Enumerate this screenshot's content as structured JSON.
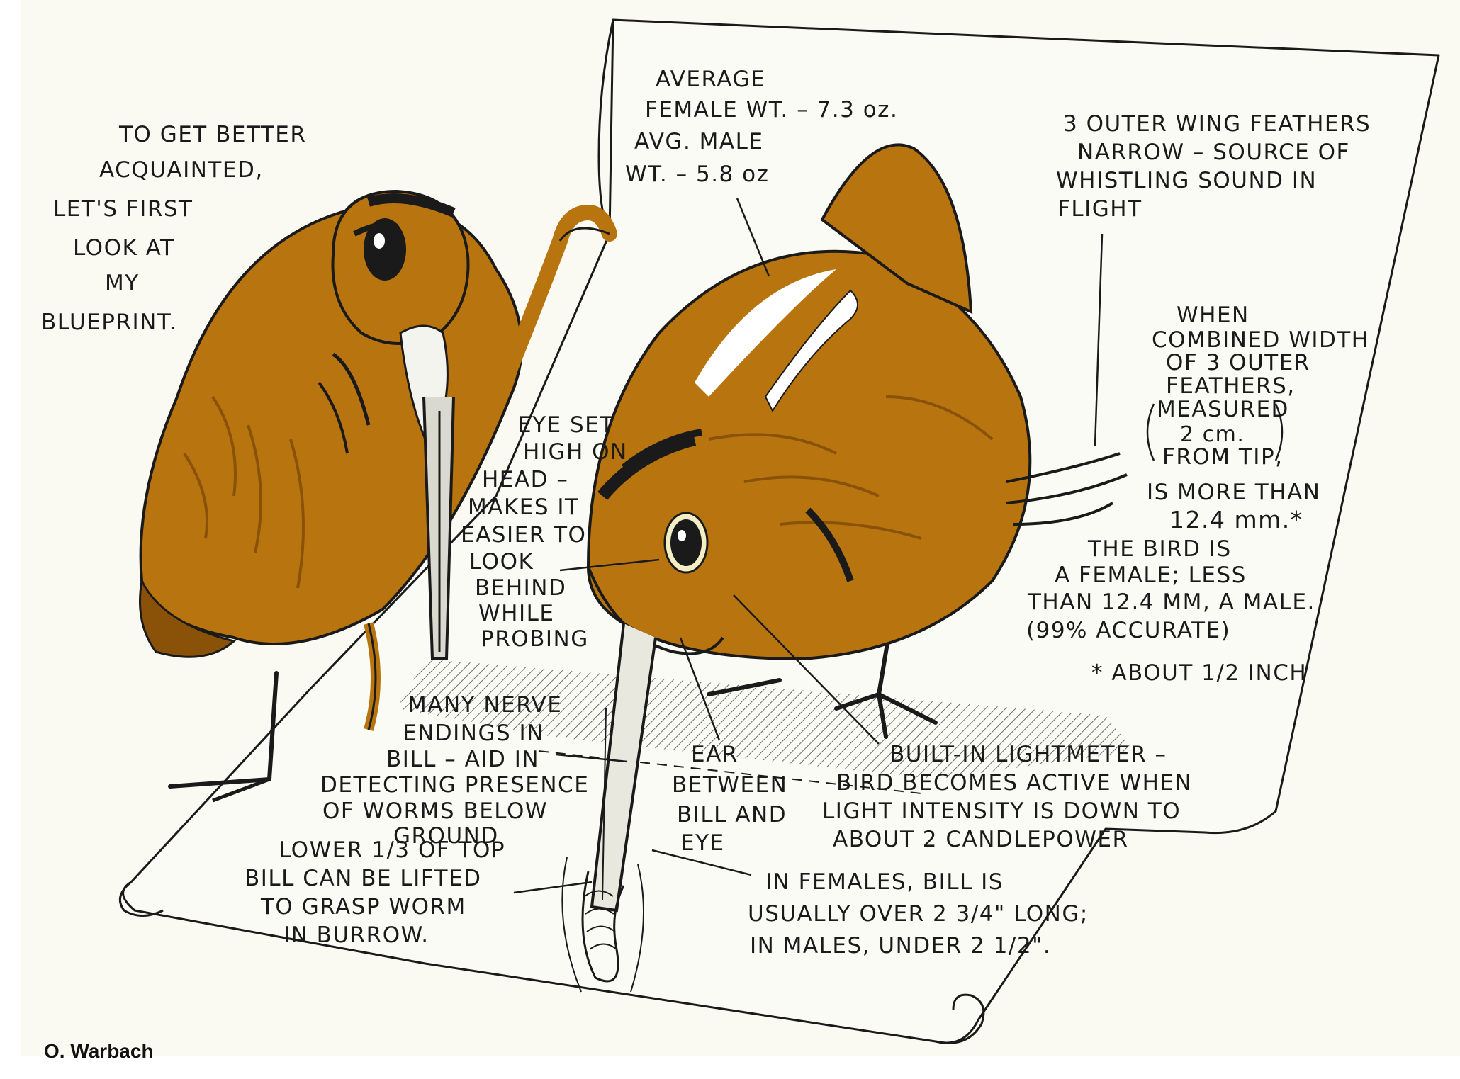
{
  "speech": [
    "TO GET BETTER",
    "ACQUAINTED,",
    "LET'S FIRST",
    "LOOK AT",
    "MY",
    "BLUEPRINT."
  ],
  "weights": [
    "AVERAGE",
    "FEMALE WT. – 7.3 oz.",
    "AVG. MALE",
    "WT. – 5.8 oz"
  ],
  "wing_feathers": [
    "3 OUTER WING FEATHERS",
    "NARROW – SOURCE OF",
    "WHISTLING SOUND IN",
    "FLIGHT"
  ],
  "sexing": [
    "WHEN",
    "COMBINED WIDTH",
    "OF 3 OUTER",
    "FEATHERS,",
    "MEASURED",
    "2 cm.",
    "FROM TIP,",
    "IS MORE THAN",
    "12.4 mm.*",
    "THE BIRD IS",
    "A FEMALE; LESS",
    "THAN 12.4 MM, A MALE.",
    "(99% ACCURATE)"
  ],
  "footnote": "* ABOUT 1/2 INCH",
  "eye": [
    "EYE SET",
    "HIGH ON",
    "HEAD –",
    "MAKES IT",
    "EASIER TO",
    "LOOK",
    "BEHIND",
    "WHILE",
    "PROBING"
  ],
  "nerves": [
    "MANY NERVE",
    "ENDINGS IN",
    "BILL – AID IN",
    "DETECTING PRESENCE",
    "OF WORMS BELOW",
    "GROUND"
  ],
  "ear": [
    "EAR",
    "BETWEEN",
    "BILL AND",
    "EYE"
  ],
  "lightmeter": [
    "BUILT-IN LIGHTMETER –",
    "BIRD BECOMES ACTIVE WHEN",
    "LIGHT INTENSITY IS DOWN TO",
    "ABOUT 2 CANDLEPOWER"
  ],
  "lower_bill": [
    "LOWER 1/3 OF TOP",
    "BILL CAN BE LIFTED",
    "TO GRASP WORM",
    "IN BURROW."
  ],
  "bill_length": [
    "IN FEMALES, BILL IS",
    "USUALLY OVER 2 3/4\" LONG;",
    "IN MALES, UNDER 2 1/2\"."
  ],
  "credit": "O. Warbach",
  "colors": {
    "plumage": "#b8740e",
    "plumage_dark": "#8a5208",
    "ink": "#1a1a1a",
    "paper": "#fbfbf5",
    "shadow": "#cfcfc0"
  }
}
